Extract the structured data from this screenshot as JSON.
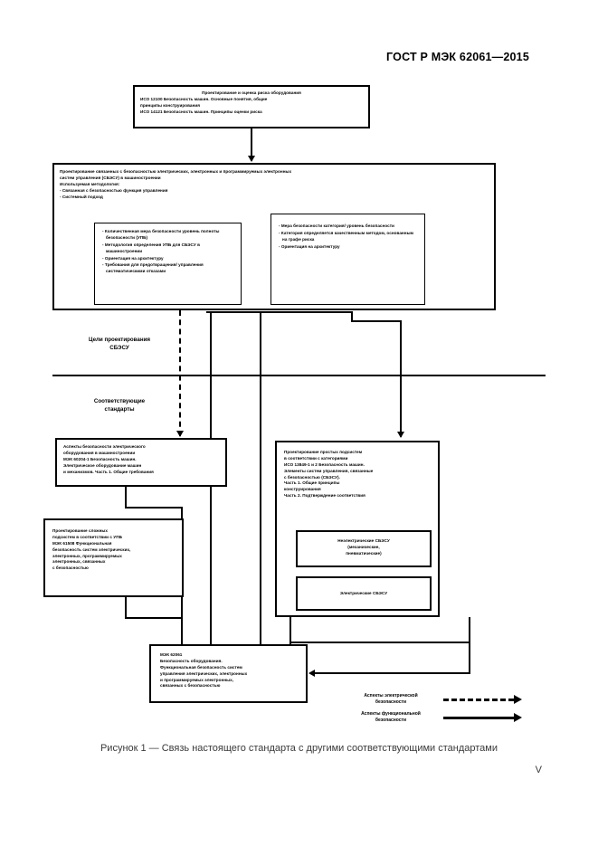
{
  "header": {
    "standard_ref": "ГОСТ Р МЭК 62061—2015"
  },
  "figure": {
    "caption": "Рисунок 1 — Связь настоящего стандарта с другими соответствующими стандартами",
    "page_number": "V",
    "band_labels": {
      "design_goals": "Цели проектирования\nСБЭСУ",
      "relevant_standards": "Соответствующие\nстандарты"
    },
    "boxes": {
      "risk_assessment": {
        "title": "Проектирование и оценка риска оборудования",
        "lines": [
          "ИСО 12100 Безопасность машин. Основные понятия, общие",
          "принципы конструирования",
          "ИСО 14121 Безопасность машин. Принципы оценки риска"
        ]
      },
      "scsu_design": {
        "lines": [
          "Проектирование связанных с безопасностью электрических, электронных и программируемых электронных",
          "систем управления (СБЭСУ) в машиностроении",
          "Используемая методология:",
          "- Связанная с безопасностью функция управления",
          "- Системный подход"
        ]
      },
      "quantitative": {
        "items": [
          "- Количественная мера безопасности уровень полноты безопасности (УПБ)",
          "- Методология определения УПБ для СБЭСУ в машиностроении",
          "- Ориентация на архитектуру",
          "- Требования для предотвращения/ управления систематическими отказами"
        ]
      },
      "qualitative": {
        "items": [
          "- Мера безопасности категория/ уровень безопасности",
          "- Категория определяется качественным методом, основанным на графе риска",
          "- Ориентация на архитектуру"
        ]
      },
      "iec_60204": {
        "lines": [
          "Аспекты безопасности электрического",
          "оборудования в машиностроении",
          "МЭК 60204-1 Безопасность машин.",
          "Электрическое оборудование машин",
          "и механизмов. Часть 1. Общие требования"
        ]
      },
      "iso_13849": {
        "lines": [
          "Проектирование простых подсистем",
          "в соответствии с категориями",
          "ИСО 13849-1 и 2 Безопасность машин.",
          "Элементы систем управления, связанные",
          "с безопасностью (СБЭСУ).",
          "Часть 1. Общие принципы",
          "конструирования",
          "Часть 2. Подтверждение соответствия"
        ]
      },
      "iec_61508": {
        "lines": [
          "Проектирование сложных",
          "подсистем в соответствии с УПБ",
          "МЭК 61508 Функциональная",
          "безопасность систем электрических,",
          "электронных, программируемых",
          "электронных, связанных",
          "с безопасностью"
        ]
      },
      "non_electrical": {
        "lines": [
          "Неэлектрические СБЭСУ",
          "(механические,",
          "пневматические)"
        ]
      },
      "electrical": {
        "lines": [
          "Электрические СБЭСУ"
        ]
      },
      "iec_62061": {
        "lines": [
          "МЭК 62061",
          "Безопасность оборудования.",
          "Функциональная безопасность систем",
          "управления электрических, электронных",
          "и программируемых электронных,",
          "связанных с безопасностью"
        ]
      }
    },
    "legend": [
      {
        "label": "Аспекты электрической\nбезопасности",
        "style": "dashed-arrow"
      },
      {
        "label": "Аспекты функциональной\nбезопасности",
        "style": "solid-arrow"
      }
    ]
  }
}
